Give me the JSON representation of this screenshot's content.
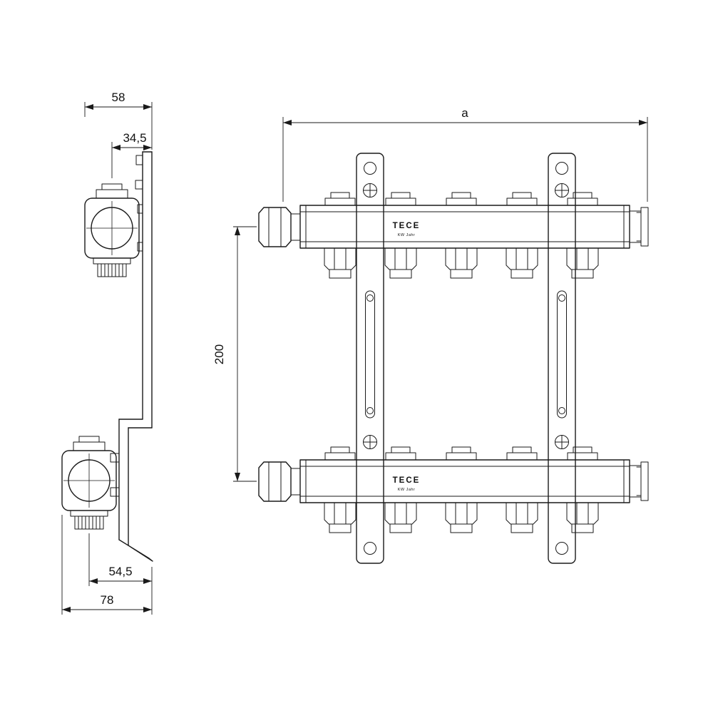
{
  "drawing": {
    "labels": {
      "brand": "TECE",
      "brand_sub": "KW Jahr"
    },
    "dimensions": {
      "bracket_depth": "58",
      "top_axis_offset": "34,5",
      "axis_spacing": "200",
      "manifold_length": "a",
      "bottom_outlet_offset": "54,5",
      "total_depth": "78"
    },
    "colors": {
      "line": "#1a1a1a",
      "background": "#ffffff"
    }
  }
}
